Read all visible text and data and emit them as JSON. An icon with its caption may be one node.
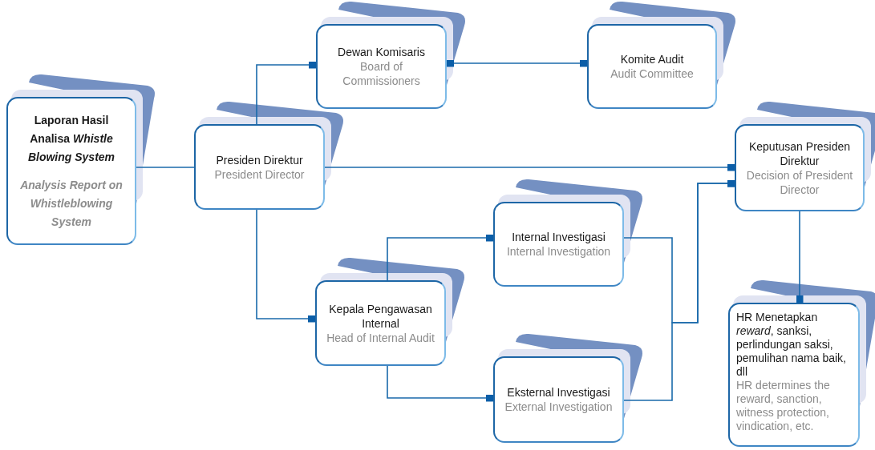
{
  "diagram": {
    "nodes": [
      {
        "text": [
          "Laporan Hasil Analisa *Whistle Blowing System*",
          "Analysis Report on Whistleblowing System"
        ]
      },
      {
        "text": [
          "Presiden Direktur",
          "President Director"
        ]
      },
      {
        "text": [
          "Dewan Komisaris",
          "Board of Commissioners"
        ]
      },
      {
        "text": [
          "Komite Audit",
          "Audit Committee"
        ]
      },
      {
        "text": [
          "Keputusan Presiden Direktur",
          "Decision of President Director"
        ]
      },
      {
        "text": [
          "Internal Investigasi",
          "Internal Investigation"
        ]
      },
      {
        "text": [
          "Kepala Pengawasan Internal",
          "Head of Internal Audit"
        ]
      },
      {
        "text": [
          "Eksternal Investigasi",
          "External Investigation"
        ]
      },
      {
        "text": [
          "HR Menetapkan *reward*, sanksi, perlindungan saksi, pemulihan nama baik, dll",
          "HR determines the reward, sanction, witness protection, vindication, etc."
        ]
      }
    ],
    "edges": [
      {
        "from": 0,
        "to": 1,
        "arrow": "none"
      },
      {
        "from": 1,
        "to": 2,
        "arrow": "other"
      },
      {
        "from": 2,
        "to": 3,
        "arrow": "other"
      },
      {
        "from": 1,
        "to": 4,
        "arrow": "other"
      },
      {
        "from": 1,
        "to": 6,
        "arrow": "other"
      },
      {
        "from": 6,
        "to": 5,
        "arrow": "other"
      },
      {
        "from": 6,
        "to": 7,
        "arrow": "other"
      },
      {
        "from": 5,
        "to": 4,
        "arrow": "other"
      },
      {
        "from": 7,
        "to": 4,
        "arrow": "other"
      },
      {
        "from": 4,
        "to": 8,
        "arrow": "other"
      }
    ]
  }
}
